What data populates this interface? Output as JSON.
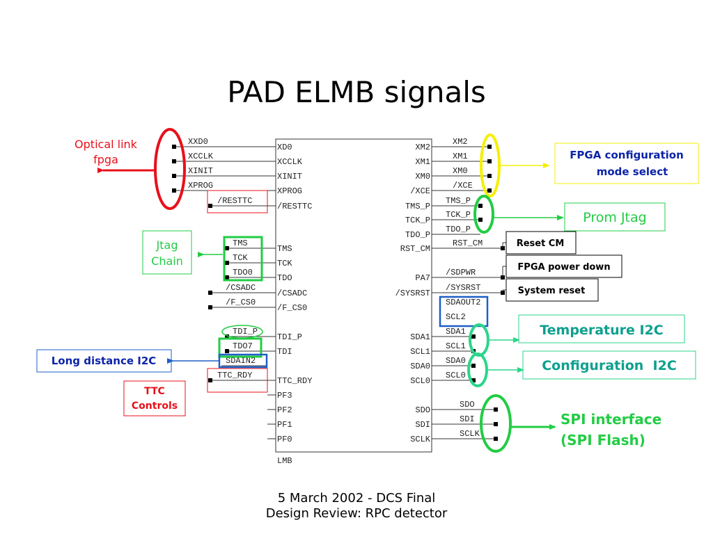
{
  "slide": {
    "title": "PAD ELMB signals",
    "footer_line1": "5 March 2002 - DCS Final",
    "footer_line2": "Design Review: RPC detector"
  },
  "chip": {
    "name": "LMB",
    "left_pins": [
      "XD0",
      "XCCLK",
      "XINIT",
      "XPROG",
      "/RESTTC",
      "TMS",
      "TCK",
      "TDO",
      "/CSADC",
      "/F_CS0",
      "TDI_P",
      "TDI",
      "TTC_RDY",
      "PF3",
      "PF2",
      "PF1",
      "PF0"
    ],
    "right_pins": [
      "XM2",
      "XM1",
      "XM0",
      "/XCE",
      "TMS_P",
      "TCK_P",
      "TDO_P",
      "RST_CM",
      "PA7",
      "/SYSRST",
      "SDA1",
      "SCL1",
      "SDA0",
      "SCL0",
      "SDO",
      "SDI",
      "SCLK"
    ]
  },
  "left_nets": [
    "XXD0",
    "XCCLK",
    "XINIT",
    "XPROG",
    "/RESTTC",
    "TMS",
    "TCK",
    "TDO0",
    "/CSADC",
    "/F_CS0",
    "TDI_P",
    "TDO7",
    "SDAIN2",
    "TTC_RDY"
  ],
  "right_nets": [
    "XM2",
    "XM1",
    "XM0",
    "/XCE",
    "TMS_P",
    "TCK_P",
    "TDO_P",
    "RST_CM",
    "/SDPWR",
    "/SYSRST",
    "SDAOUT2",
    "SCL2",
    "SDA1",
    "SCL1",
    "SDA0",
    "SCL0",
    "SDO",
    "SDI",
    "SCLK"
  ],
  "annotations": {
    "optical_link_1": "Optical link",
    "optical_link_2": "fpga",
    "jtag_chain_1": "Jtag",
    "jtag_chain_2": "Chain",
    "long_distance": "Long distance I2C",
    "ttc_1": "TTC",
    "ttc_2": "Controls",
    "fpga_config_1": "FPGA configuration",
    "fpga_config_2": "mode select",
    "prom_jtag": "Prom Jtag",
    "reset_cm": "Reset CM",
    "fpga_power_down": "FPGA power down",
    "system_reset": "System reset",
    "temperature_i2c": "Temperature I2C",
    "configuration_i2c": "Configuration  I2C",
    "spi_1": "SPI interface",
    "spi_2": "(SPI Flash)"
  },
  "colors": {
    "red": "#e8101a",
    "green": "#22cc44",
    "teal": "#2bd68a",
    "yellow": "#f4f000",
    "blue": "#1d5fc8",
    "black": "#000000",
    "text_blue": "#0b24a8",
    "text_teal": "#0da08e"
  }
}
